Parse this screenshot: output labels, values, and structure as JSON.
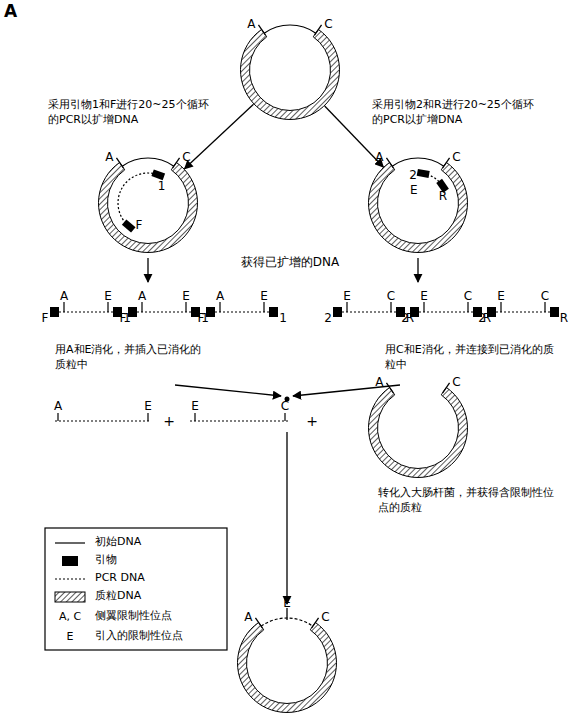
{
  "diagram": {
    "nodes": [
      {
        "text": [
          "A",
          "C"
        ]
      },
      {
        "text": [
          "A",
          "C",
          "1",
          "F"
        ]
      },
      {
        "text": [
          "A",
          "C",
          "2",
          "R",
          "E"
        ]
      },
      {
        "text": [
          "A",
          "C"
        ]
      },
      {
        "text": [
          "A",
          "E",
          "C"
        ]
      }
    ],
    "edges": [
      {
        "from": 0,
        "to": 1,
        "arrow": "to",
        "label": "采用引物1和F进行20~25个循环的PCR以扩增DNA"
      },
      {
        "from": 0,
        "to": 2,
        "arrow": "to",
        "label": "采用引物2和R进行20~25个循环的PCR以扩增DNA"
      }
    ],
    "labels": [
      "A",
      "获得已扩增的DNA",
      "F",
      "A",
      "E",
      "1",
      "F",
      "A",
      "E",
      "1",
      "F",
      "A",
      "E",
      "1",
      "2",
      "E",
      "C",
      "R",
      "2",
      "E",
      "C",
      "R",
      "2",
      "E",
      "C",
      "R",
      "用A和E消化，并插入已消化的质粒中",
      "用C和E消化，并连接到已消化的质粒中",
      "A",
      "E",
      "+",
      "E",
      "C",
      "+",
      "转化入大肠杆菌，并获得含限制性位点的质粒",
      "A, C",
      "E"
    ],
    "legend": [
      {
        "text": "初始DNA"
      },
      {
        "text": "引物"
      },
      {
        "text": "PCR DNA"
      },
      {
        "text": "质粒DNA"
      },
      {
        "text": "侧翼限制性位点"
      },
      {
        "text": "引入的限制性位点"
      }
    ]
  }
}
